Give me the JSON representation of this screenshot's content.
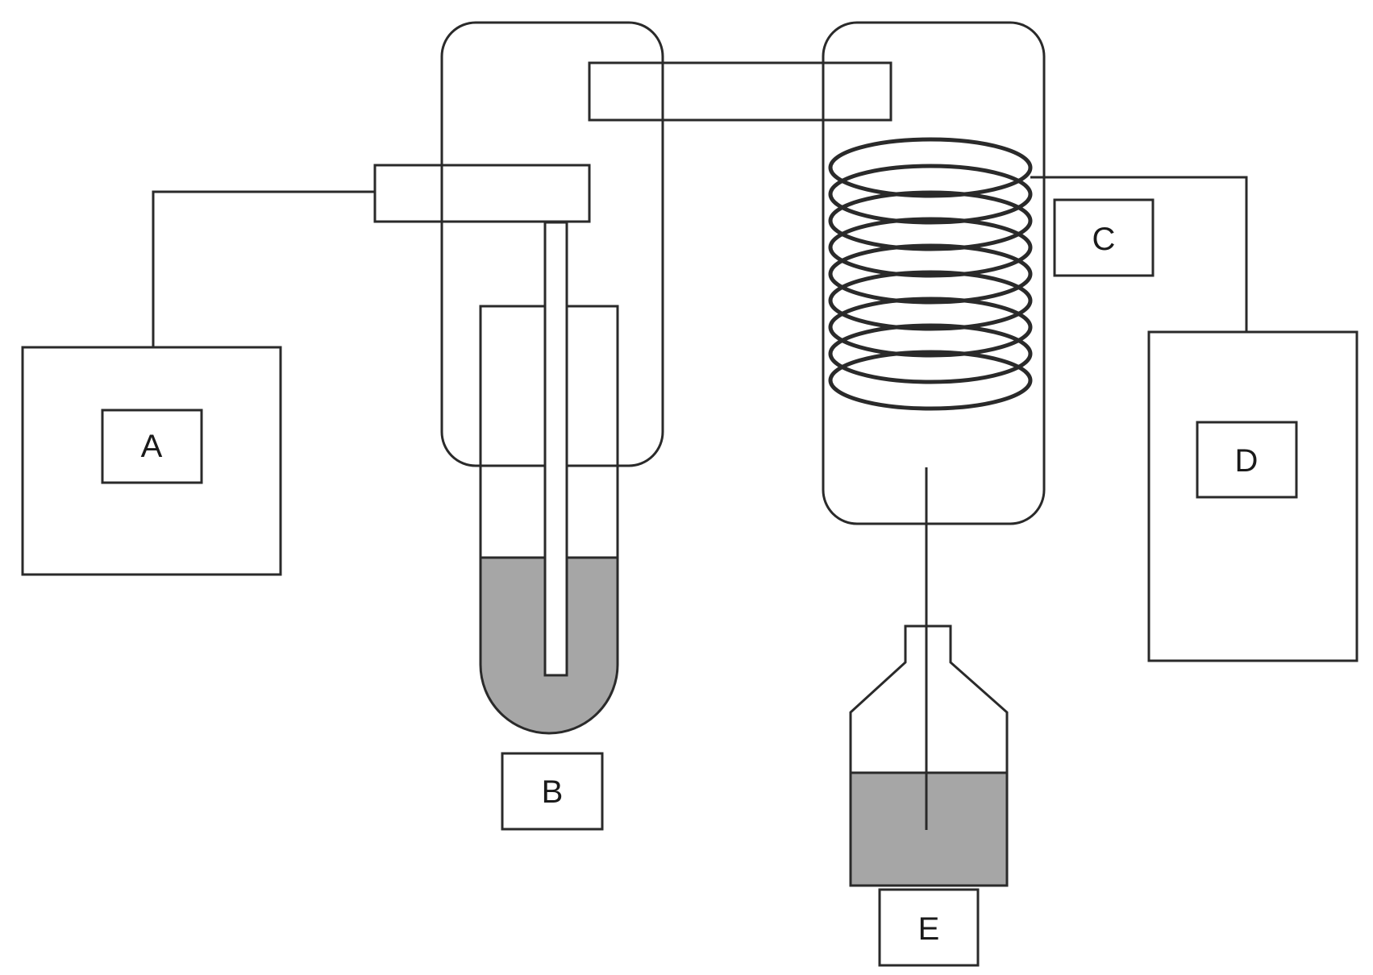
{
  "labels": {
    "a": "A",
    "b": "B",
    "c": "C",
    "d": "D",
    "e": "E"
  },
  "colors": {
    "stroke": "#2a2a2a",
    "liquid": "#a6a6a6",
    "background": "#ffffff"
  }
}
